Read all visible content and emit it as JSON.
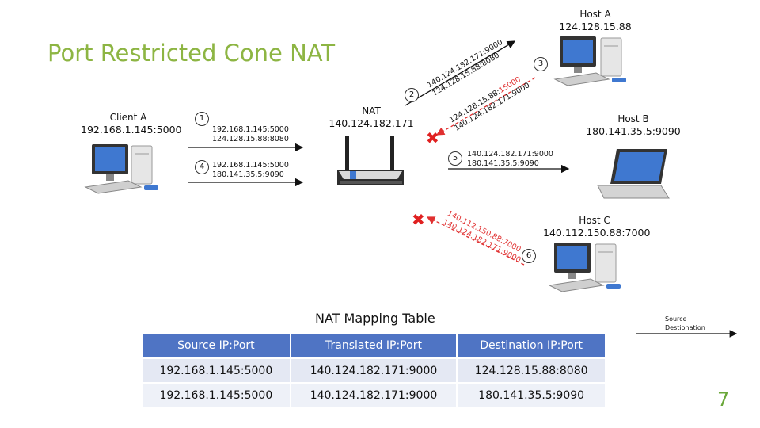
{
  "title": "Port Restricted Cone NAT",
  "client_a": {
    "name": "Client A",
    "ip": "192.168.1.145:5000"
  },
  "nat": {
    "name": "NAT",
    "ip": "140.124.182.171"
  },
  "host_a": {
    "name": "Host A",
    "ip": "124.128.15.88"
  },
  "host_b": {
    "name": "Host B",
    "ip": "180.141.35.5:9090"
  },
  "host_c": {
    "name": "Host C",
    "ip": "140.112.150.88:7000"
  },
  "steps": {
    "s1": {
      "num": "1",
      "src": "192.168.1.145:5000",
      "dst": "124.128.15.88:8080"
    },
    "s2": {
      "num": "2",
      "src": "140.124.182.171:9000",
      "dst": "124.128.15.88:8080"
    },
    "s3": {
      "num": "3",
      "src_prefix": "124.128.15.88:",
      "src_port": "15000",
      "dst": "140.124.182.171:9000"
    },
    "s4": {
      "num": "4",
      "src": "192.168.1.145:5000",
      "dst": "180.141.35.5:9090"
    },
    "s5": {
      "num": "5",
      "src": "140.124.182.171:9000",
      "dst": "180.141.35.5:9090"
    },
    "s6": {
      "num": "6",
      "src": "140.112.150.88:7000",
      "dst": "140.124.182.171:9000"
    }
  },
  "mapping_table": {
    "title": "NAT Mapping Table",
    "headers": [
      "Source IP:Port",
      "Translated IP:Port",
      "Destination IP:Port"
    ],
    "rows": [
      [
        "192.168.1.145:5000",
        "140.124.182.171:9000",
        "124.128.15.88:8080"
      ],
      [
        "192.168.1.145:5000",
        "140.124.182.171:9000",
        "180.141.35.5:9090"
      ]
    ]
  },
  "legend": {
    "line1": "Source",
    "line2": "Destionation"
  },
  "page_number": "7",
  "colors": {
    "title": "#8db543",
    "table_header": "#4f74c4",
    "blocked": "#e03030",
    "page_number": "#6aa73a"
  }
}
